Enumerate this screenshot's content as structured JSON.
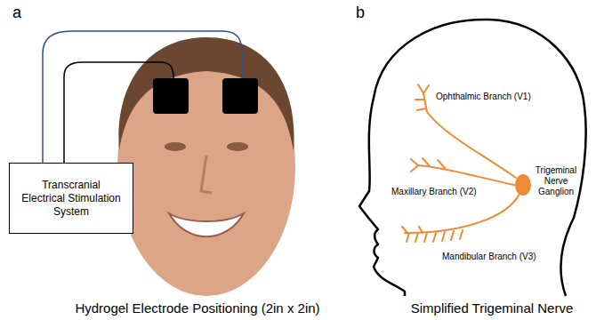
{
  "diagram": {
    "nodes": [
      {
        "text": [
          "Transcranial Electrical Stimulation System"
        ]
      }
    ],
    "labels": [
      "a",
      "b",
      "Ophthalmic Branch (V1)",
      "Maxillary Branch (V2)",
      "Trigeminal Nerve Ganglion",
      "Mandibular Branch (V3)",
      "Hydrogel Electrode Positioning (2in x 2in)",
      "Simplified Trigeminal Nerve"
    ]
  }
}
